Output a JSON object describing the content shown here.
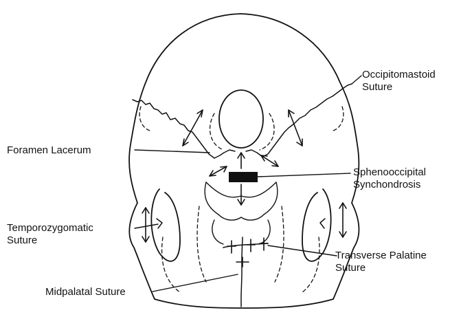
{
  "labels": {
    "occipitomastoid_line1": "Occipitomastoid",
    "occipitomastoid_line2": "Suture",
    "foramen_lacerum": "Foramen Lacerum",
    "sphenooccipital_line1": "Sphenooccipital",
    "sphenooccipital_line2": "Synchondrosis",
    "temporozygomatic_line1": "Temporozygomatic",
    "temporozygomatic_line2": "Suture",
    "transverse_palatine_line1": "Transverse Palatine",
    "transverse_palatine_line2": "Suture",
    "midpalatal": "Midpalatal Suture"
  },
  "colors": {
    "ink": "#111111",
    "background": "#ffffff"
  }
}
